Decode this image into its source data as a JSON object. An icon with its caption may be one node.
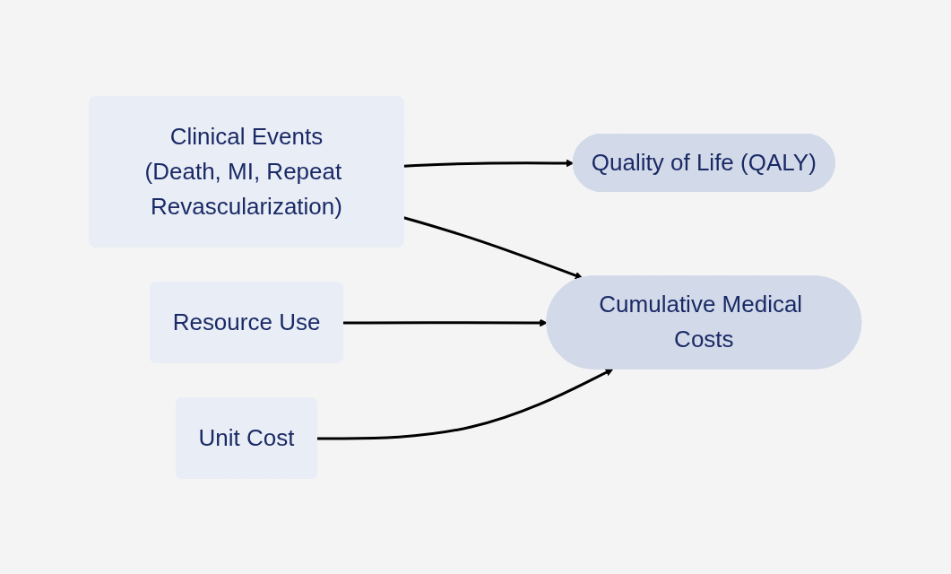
{
  "diagram": {
    "nodes": [
      {
        "text": [
          "Clinical Events",
          "(Death, MI, Repeat Revascularization)"
        ]
      },
      {
        "text": [
          "Resource Use"
        ]
      },
      {
        "text": [
          "Unit Cost"
        ]
      },
      {
        "text": [
          "Quality of Life (QALY)"
        ]
      },
      {
        "text": [
          "Cumulative Medical Costs"
        ]
      }
    ],
    "edges": [
      {
        "from": 0,
        "to": 3,
        "arrow": "to"
      },
      {
        "from": 0,
        "to": 4,
        "arrow": "to"
      },
      {
        "from": 1,
        "to": 4,
        "arrow": "to"
      },
      {
        "from": 2,
        "to": 4,
        "arrow": "to"
      }
    ]
  }
}
